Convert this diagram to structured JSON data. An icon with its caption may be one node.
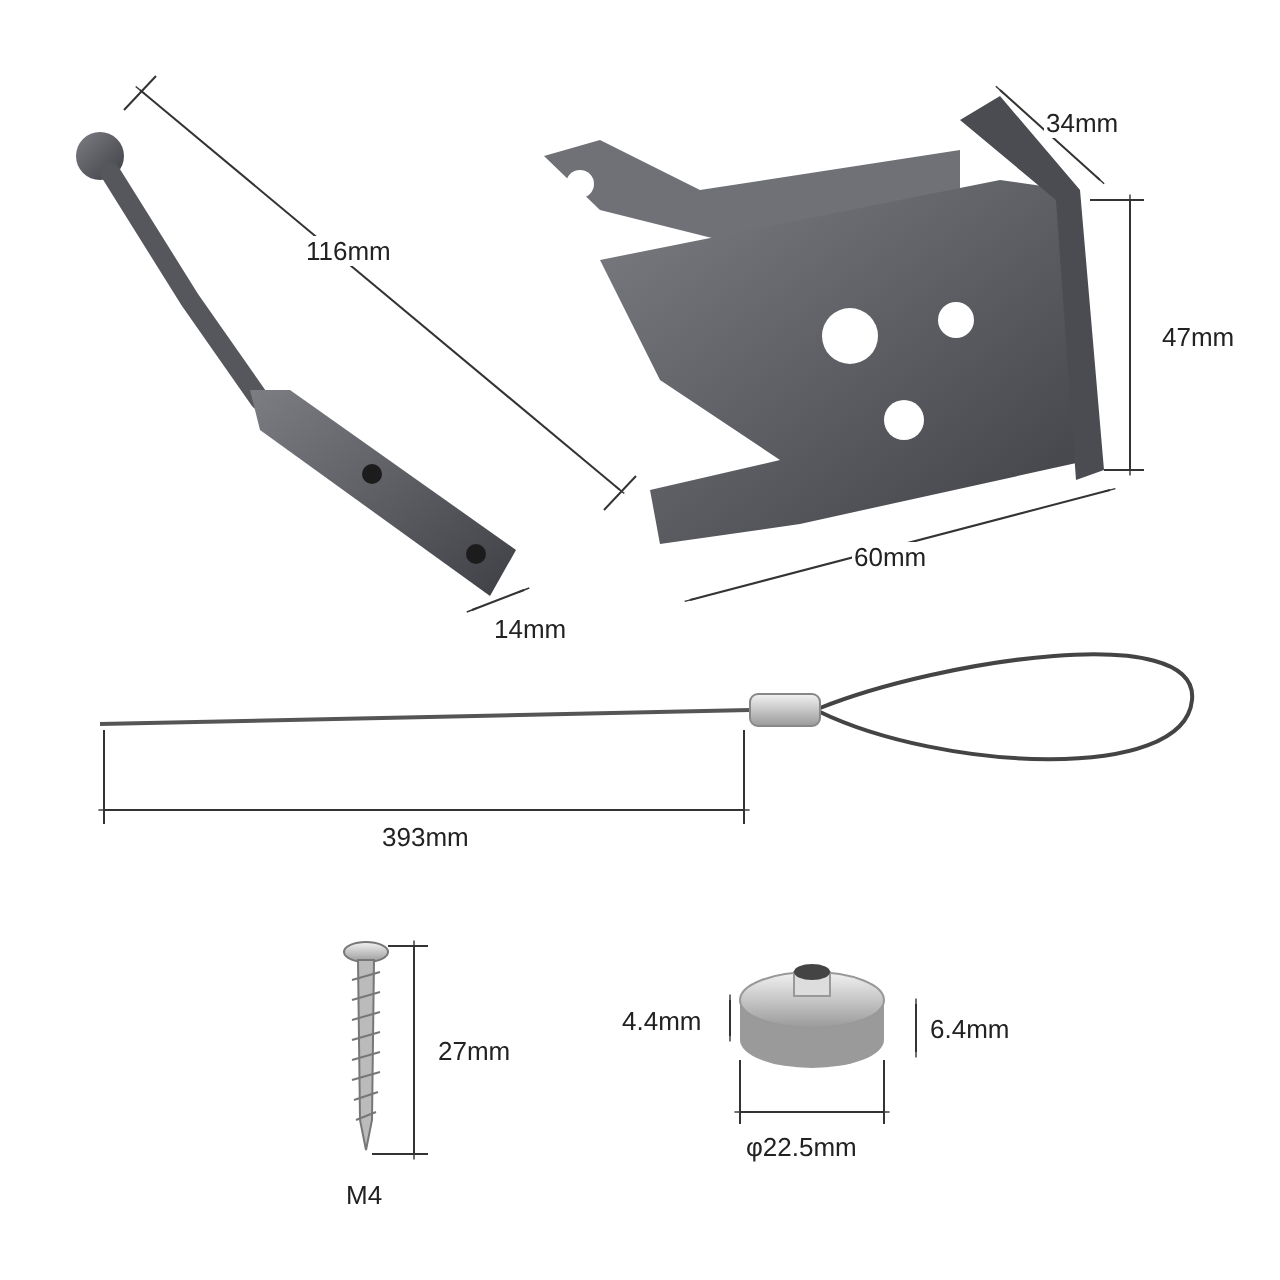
{
  "diagram": {
    "labels": [
      "116mm",
      "34mm",
      "47mm",
      "14mm",
      "60mm",
      "393mm",
      "27mm",
      "M4",
      "4.4mm",
      "6.4mm",
      "φ22.5mm"
    ]
  }
}
